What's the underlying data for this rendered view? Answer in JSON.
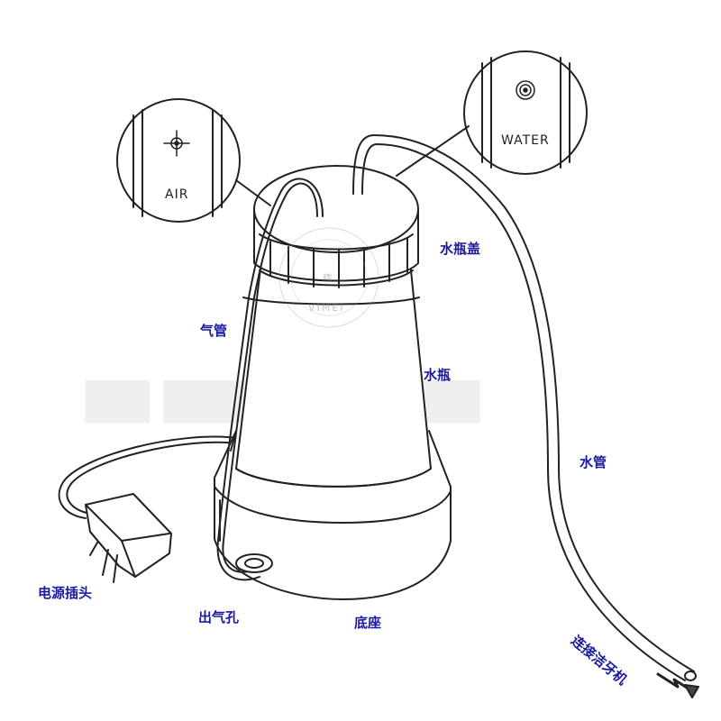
{
  "inset_labels": {
    "air": "AIR",
    "water": "WATER"
  },
  "callouts": {
    "bottle_cap": "水瓶盖",
    "air_tube": "气管",
    "bottle": "水瓶",
    "water_tube": "水管",
    "power_plug": "电源插头",
    "air_outlet": "出气孔",
    "base": "底座",
    "connect_flosser": "连接洁牙机"
  },
  "watermark": {
    "text": "VIMEI",
    "glyph": "精"
  },
  "colors": {
    "label": "#1a1aa0",
    "line": "#222222"
  }
}
